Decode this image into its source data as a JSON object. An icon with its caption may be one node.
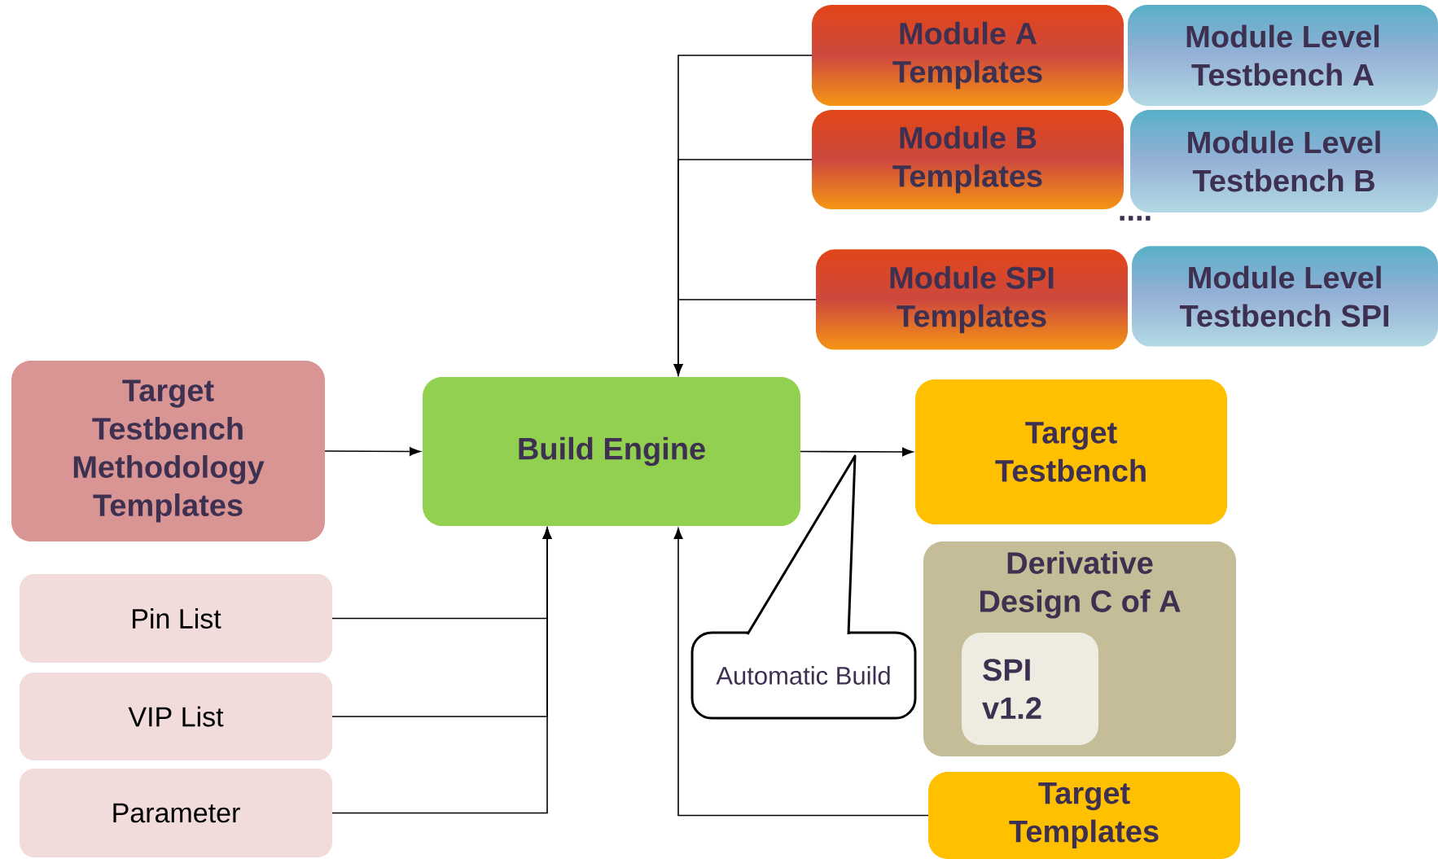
{
  "diagram": {
    "nodes": [
      {
        "text": [
          "Module A Templates"
        ]
      },
      {
        "text": [
          "Module Level Testbench A"
        ]
      },
      {
        "text": [
          "Module B Templates"
        ]
      },
      {
        "text": [
          "Module Level Testbench B"
        ]
      },
      {
        "text": [
          "Module SPI Templates"
        ]
      },
      {
        "text": [
          "Module Level Testbench SPI"
        ]
      },
      {
        "text": [
          "Target Testbench Methodology Templates"
        ]
      },
      {
        "text": [
          "Build Engine"
        ]
      },
      {
        "text": [
          "Target Testbench"
        ]
      },
      {
        "text": [
          "Derivative Design C of A"
        ]
      },
      {
        "text": [
          "SPI v1.2"
        ],
        "in": 9
      },
      {
        "text": [
          "Pin List"
        ]
      },
      {
        "text": [
          "VIP List"
        ]
      },
      {
        "text": [
          "Parameter"
        ]
      },
      {
        "text": [
          "Automatic Build"
        ]
      },
      {
        "text": [
          "Target Templates"
        ]
      }
    ],
    "edges": [
      {
        "from": 0,
        "to": 7,
        "arrow": "to"
      },
      {
        "from": 2,
        "to": 7,
        "arrow": "to"
      },
      {
        "from": 4,
        "to": 7,
        "arrow": "to"
      },
      {
        "from": 6,
        "to": 7,
        "arrow": "to"
      },
      {
        "from": 7,
        "to": 8,
        "arrow": "to"
      },
      {
        "from": 11,
        "to": 7,
        "arrow": "to"
      },
      {
        "from": 12,
        "to": 7,
        "arrow": "to"
      },
      {
        "from": 13,
        "to": 7,
        "arrow": "to"
      },
      {
        "from": 15,
        "to": 7,
        "arrow": "to"
      }
    ],
    "labels": [
      "...."
    ]
  }
}
